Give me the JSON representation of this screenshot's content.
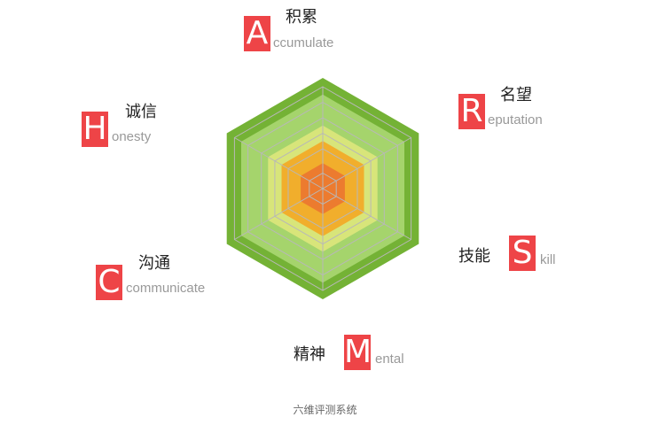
{
  "axes": [
    {
      "zh": "积累",
      "letter": "A",
      "en": "ccumulate"
    },
    {
      "zh": "名望",
      "letter": "R",
      "en": "eputation"
    },
    {
      "zh": "技能",
      "letter": "S",
      "en": "kill"
    },
    {
      "zh": "精神",
      "letter": "M",
      "en": "ental"
    },
    {
      "zh": "沟通",
      "letter": "C",
      "en": "communicate"
    },
    {
      "zh": "诚信",
      "letter": "H",
      "en": "onesty"
    }
  ],
  "caption": "六维评测系统",
  "colors": {
    "letter_box": "#ee4447",
    "ring_outer": "#74b235",
    "ring_2": "#a5d46c",
    "ring_3": "#d8e57a",
    "ring_4": "#f1ae2c",
    "ring_inner": "#ec7b2f",
    "grid_line": "#b8b8b8"
  }
}
